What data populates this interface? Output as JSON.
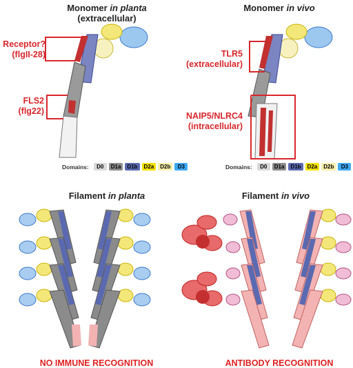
{
  "panels": {
    "top_left": {
      "title_prefix": "Monomer ",
      "title_italic": "in planta",
      "subtitle": "(extracellular)",
      "label_receptor": "Receptor?",
      "label_receptor_sub": "(flgII-28)",
      "label_fls2": "FLS2",
      "label_fls2_sub": "(flg22)"
    },
    "top_right": {
      "title_prefix": "Monomer ",
      "title_italic": "in vivo",
      "label_tlr5": "TLR5",
      "label_tlr5_sub": "(extracellular)",
      "label_naip": "NAIP5/NLRC4",
      "label_naip_sub": "(intracellular)"
    },
    "bottom_left": {
      "title_prefix": "Filament ",
      "title_italic": "in planta",
      "caption": "NO IMMUNE RECOGNITION"
    },
    "bottom_right": {
      "title_prefix": "Filament ",
      "title_italic": "in vivo",
      "caption": "ANTIBODY RECOGNITION"
    }
  },
  "domains": {
    "label": "Domains:",
    "items": [
      {
        "name": "D0",
        "color": "#d9d9d9"
      },
      {
        "name": "D1a",
        "color": "#8c8c8c"
      },
      {
        "name": "D1b",
        "color": "#5b6ab0"
      },
      {
        "name": "D2a",
        "color": "#f2e100"
      },
      {
        "name": "D2b",
        "color": "#f6efaa"
      },
      {
        "name": "D3",
        "color": "#3fa9f5"
      }
    ]
  },
  "colors": {
    "accent_red": "#d9262b",
    "d0": "#d9d9d9",
    "d1a": "#8c8c8c",
    "d1b": "#5b6ab0",
    "d2a": "#f2e100",
    "d2b": "#f6efaa",
    "d3": "#3fa9f5",
    "antibody": "#e03030",
    "pink": "#f3b3b3"
  }
}
